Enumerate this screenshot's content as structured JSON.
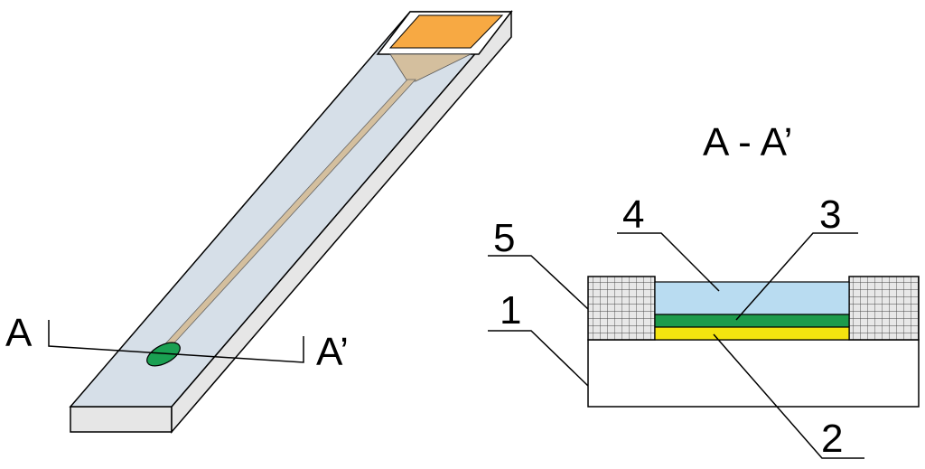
{
  "left_view": {
    "section_label_start": "A",
    "section_label_end": "A’",
    "colors": {
      "strip_top": "#d6dfe8",
      "strip_side": "#e6e6e6",
      "contact_pad": "#f7a943",
      "trace": "#d4bf9e",
      "sensing_spot": "#1aa052",
      "outline": "#000000"
    }
  },
  "right_view": {
    "title": "A - A’",
    "callouts": [
      {
        "number": "5",
        "layer": "insulating-wall"
      },
      {
        "number": "4",
        "layer": "top-coating"
      },
      {
        "number": "3",
        "layer": "sensing-film"
      },
      {
        "number": "1",
        "layer": "substrate"
      },
      {
        "number": "2",
        "layer": "electrode"
      }
    ],
    "colors": {
      "substrate": "#ffffff",
      "electrode": "#f4e40f",
      "sensing_film": "#1d9b4c",
      "top_coating": "#b9dcf1",
      "insulating_wall": "#e8e8e8",
      "grid_lines": "#444444"
    }
  }
}
